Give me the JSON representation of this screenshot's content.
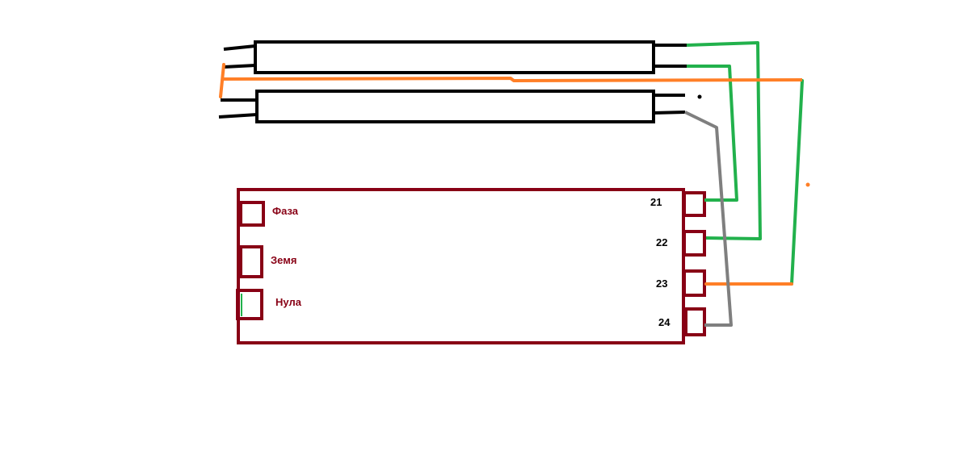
{
  "ballast": {
    "inputs": [
      {
        "label": "Фаза"
      },
      {
        "label": "Земя"
      },
      {
        "label": "Нула"
      }
    ],
    "outputs": [
      {
        "label": "21"
      },
      {
        "label": "22"
      },
      {
        "label": "23"
      },
      {
        "label": "24"
      }
    ]
  },
  "colors": {
    "tube": "#000000",
    "ballast": "#880015",
    "green_wire": "#22b14c",
    "orange_wire": "#ff7f27",
    "gray_wire": "#7f7f7f",
    "background": "#ffffff"
  }
}
